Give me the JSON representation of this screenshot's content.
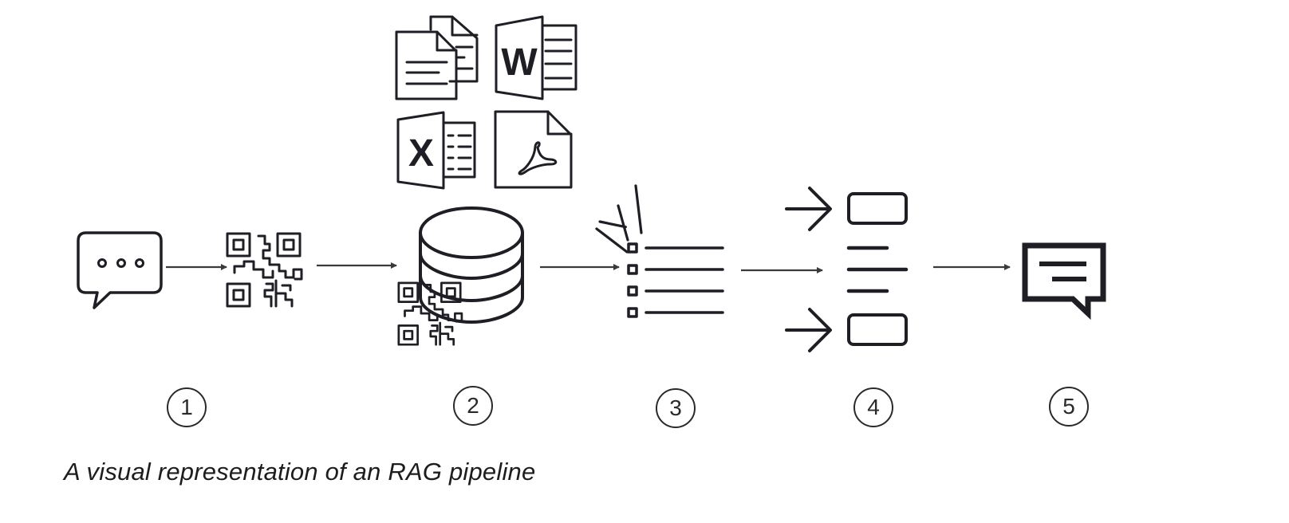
{
  "diagram": {
    "title": "RAG pipeline",
    "stroke_color": "#1f1e24",
    "nodes": [
      {
        "id": "query",
        "icon": "chat-bubble-ellipsis-icon",
        "step": "1"
      },
      {
        "id": "query-embedding",
        "icon": "qr-code-embedding-icon",
        "step": "1"
      },
      {
        "id": "documents",
        "icons": [
          "text-documents-icon",
          "word-document-icon",
          "excel-document-icon",
          "pdf-document-icon"
        ],
        "step": "2"
      },
      {
        "id": "vector-database",
        "icon": "database-with-embedding-icon",
        "step": "2"
      },
      {
        "id": "retrieved-results",
        "icon": "highlighted-list-icon",
        "step": "3"
      },
      {
        "id": "context-augmentation",
        "icon": "prompt-with-context-icon",
        "step": "4"
      },
      {
        "id": "response",
        "icon": "response-chat-icon",
        "step": "5"
      }
    ],
    "steps": [
      "1",
      "2",
      "3",
      "4",
      "5"
    ],
    "caption": "A visual representation of an RAG pipeline"
  }
}
